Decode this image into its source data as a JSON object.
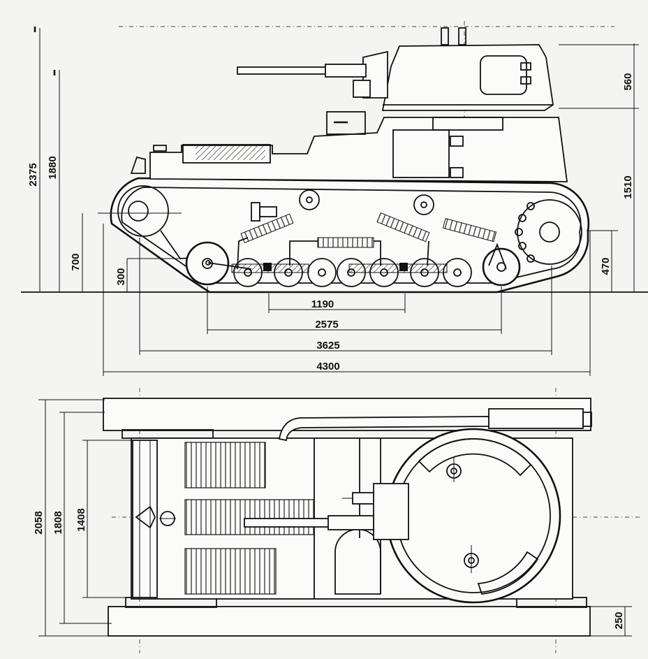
{
  "dimensions": {
    "side_view": {
      "height_total": "2375",
      "height_hull": "1880",
      "wheel_centre": "700",
      "clearance": "300",
      "turret_height": "560",
      "hull_height": "1510",
      "sprocket_height": "470",
      "bogie_spacing": "1190",
      "wheelbase": "2575",
      "track_contact": "3625",
      "length_total": "4300"
    },
    "top_view": {
      "width_total": "2058",
      "width_hull": "1808",
      "width_body": "1408",
      "track_width": "250"
    }
  }
}
